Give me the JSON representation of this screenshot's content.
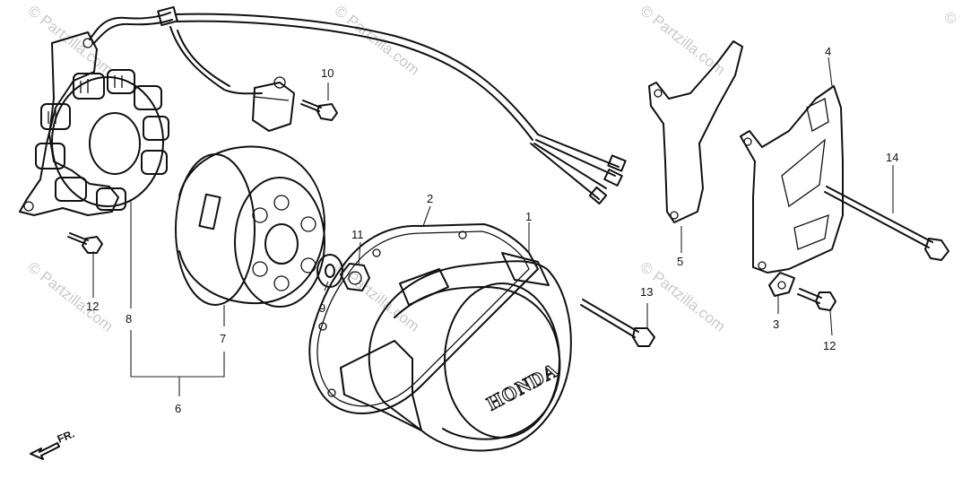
{
  "watermark": {
    "text": "© Partzilla.com",
    "corner_mark": "©"
  },
  "brand_text": "HONDA",
  "direction_label": "FR.",
  "callouts": [
    {
      "id": "1",
      "label": "1"
    },
    {
      "id": "2",
      "label": "2"
    },
    {
      "id": "3",
      "label": "3"
    },
    {
      "id": "4",
      "label": "4"
    },
    {
      "id": "5",
      "label": "5"
    },
    {
      "id": "6",
      "label": "6"
    },
    {
      "id": "7",
      "label": "7"
    },
    {
      "id": "8",
      "label": "8"
    },
    {
      "id": "9",
      "label": "9"
    },
    {
      "id": "10",
      "label": "10"
    },
    {
      "id": "11",
      "label": "11"
    },
    {
      "id": "12a",
      "label": "12"
    },
    {
      "id": "12b",
      "label": "12"
    },
    {
      "id": "13",
      "label": "13"
    },
    {
      "id": "14",
      "label": "14"
    }
  ]
}
